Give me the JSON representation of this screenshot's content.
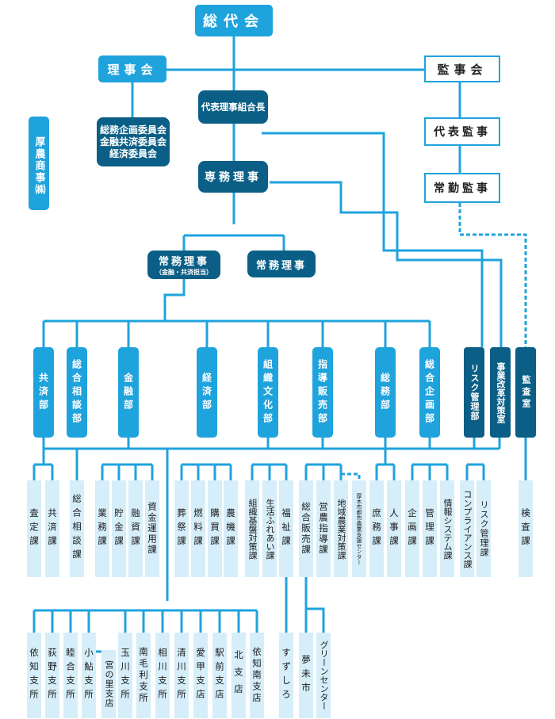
{
  "top": {
    "sodaikai": "総代会",
    "rijikai": "理事会",
    "kanjikai": "監事会",
    "daihyo_rijikumiaicho": "代表理事組合長",
    "daihyo_kanji": "代表監事",
    "jomu_rijiji": "専務理事",
    "jokin_kanji": "常勤監事",
    "jomu_a": "常務理事",
    "jomu_a_sub": "（金融・共済担当）",
    "jomu_b": "常務理事"
  },
  "committees": [
    "総務企画委員会",
    "金融共済委員会",
    "経済委員会"
  ],
  "side": "厚農商事㈱",
  "departments": [
    "共済部",
    "総合相談部",
    "金融部",
    "経済部",
    "組織文化部",
    "指導販売部",
    "総務部",
    "総合企画部",
    "リスク管理部",
    "事業改革対策室",
    "監査室"
  ],
  "sections": [
    "査定課",
    "共済課",
    "総合相談課",
    "業務課",
    "貯金課",
    "融資課",
    "資金運用課",
    "葬祭課",
    "燃料課",
    "購買課",
    "農機課",
    "組織基盤対策課",
    "生活ふれあい課",
    "福祉課",
    "総合販売課",
    "営農指導課",
    "地域農業対策課",
    "厚木市都市農業支援センター",
    "庶務課",
    "人事課",
    "企画課",
    "管理課",
    "情報システム課",
    "コンプライアンス課",
    "リスク管理課",
    "検査課"
  ],
  "branches": [
    "依知支所",
    "荻野支所",
    "睦合支所",
    "小鮎支所",
    "宮の里支店",
    "玉川支所",
    "南毛利支所",
    "相川支所",
    "清川支所",
    "愛甲支店",
    "駅前支店",
    "北支店",
    "依知南支店"
  ],
  "facilities": [
    "すずしろ",
    "夢未市",
    "グリーンセンター"
  ],
  "colors": {
    "accent": "#1fa3dd",
    "navy": "#0b5f86",
    "light": "#d6eef9"
  }
}
